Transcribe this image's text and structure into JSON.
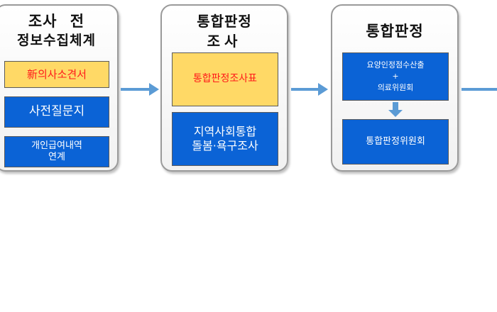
{
  "panel1": {
    "title_line1": "조사 전",
    "title_line2": "정보수집체계",
    "items": [
      "新의사소견서",
      "사전질문지",
      "개인급여내역\n연계"
    ]
  },
  "panel2": {
    "title_line1": "통합판정",
    "title_line2": "조사",
    "items": [
      "통합판정조사표",
      "지역사회통합\n돌봄·욕구조사"
    ]
  },
  "panel3": {
    "title": "통합판정",
    "items": [
      "요양인정점수산출\n+\n의료위원회",
      "통합판정위원회"
    ]
  },
  "colors": {
    "accent_blue": "#0b63d6",
    "highlight_yellow": "#ffd966",
    "highlight_text_red": "#ff1a1a",
    "arrow_blue": "#5b9bd5"
  }
}
